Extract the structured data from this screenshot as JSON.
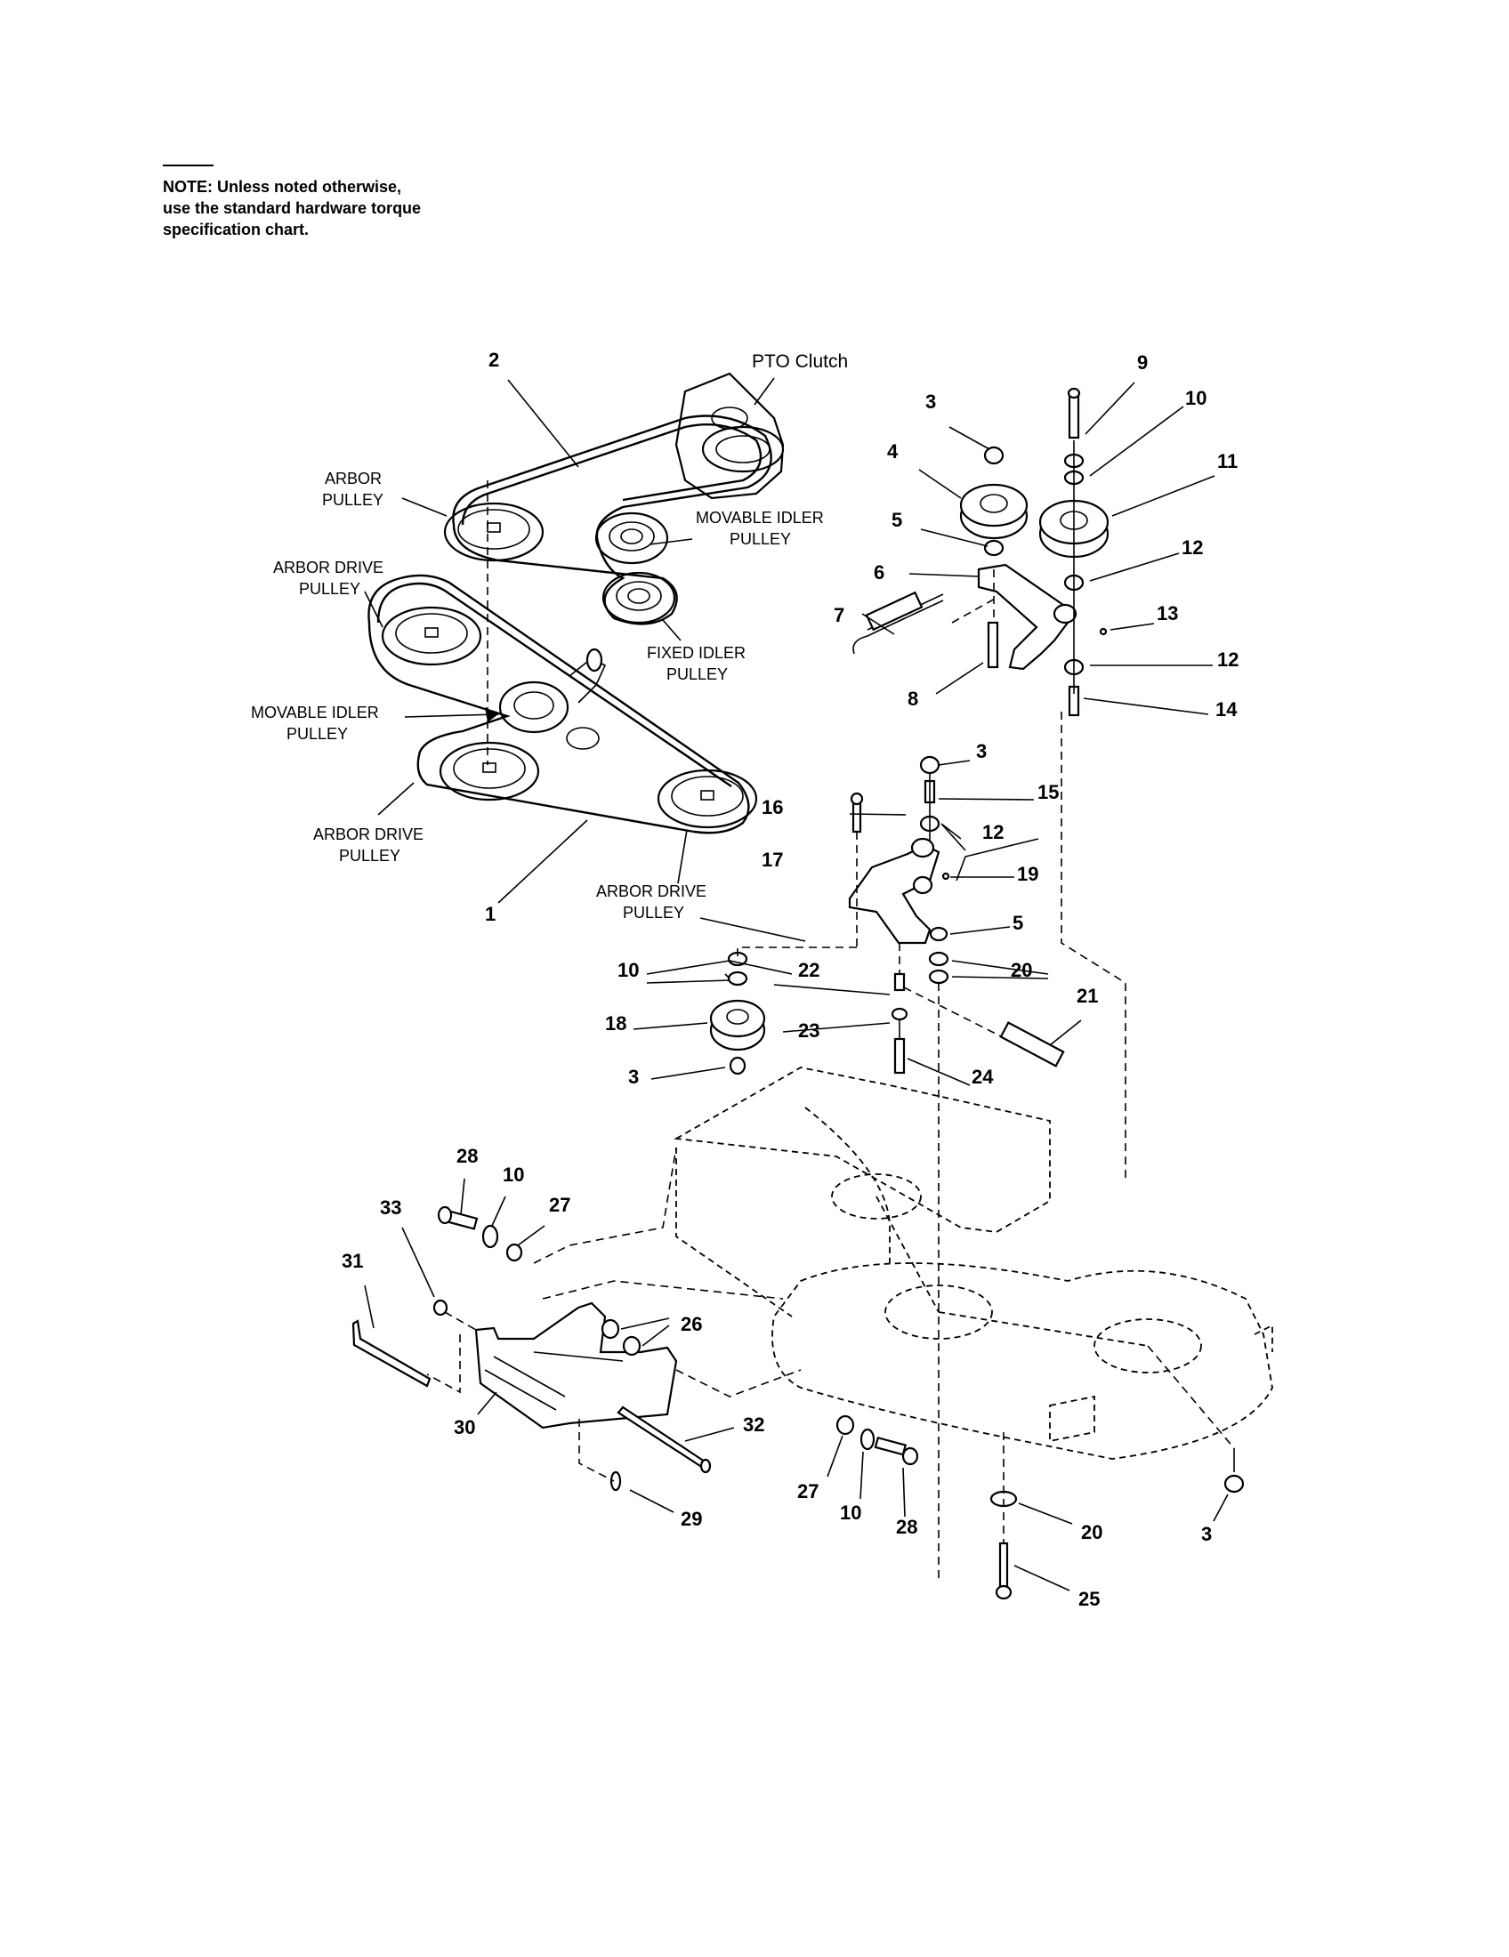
{
  "note": {
    "lines": [
      "NOTE: Unless noted otherwise,",
      "use the standard hardware torque",
      "specification chart."
    ]
  },
  "labels": {
    "pto_clutch": "PTO Clutch",
    "arbor_pulley": [
      "ARBOR",
      "PULLEY"
    ],
    "movable_idler_upper": [
      "MOVABLE IDLER",
      "PULLEY"
    ],
    "fixed_idler": [
      "FIXED IDLER",
      "PULLEY"
    ],
    "arbor_drive_upper": [
      "ARBOR DRIVE",
      "PULLEY"
    ],
    "movable_idler_lower": [
      "MOVABLE IDLER",
      "PULLEY"
    ],
    "arbor_drive_left": [
      "ARBOR DRIVE",
      "PULLEY"
    ],
    "arbor_drive_right": [
      "ARBOR DRIVE",
      "PULLEY"
    ]
  },
  "callouts": [
    {
      "id": "c2",
      "text": "2"
    },
    {
      "id": "c1",
      "text": "1"
    },
    {
      "id": "c3a",
      "text": "3"
    },
    {
      "id": "c4",
      "text": "4"
    },
    {
      "id": "c5a",
      "text": "5"
    },
    {
      "id": "c6",
      "text": "6"
    },
    {
      "id": "c7",
      "text": "7"
    },
    {
      "id": "c8",
      "text": "8"
    },
    {
      "id": "c9",
      "text": "9"
    },
    {
      "id": "c10a",
      "text": "10"
    },
    {
      "id": "c11",
      "text": "11"
    },
    {
      "id": "c12a",
      "text": "12"
    },
    {
      "id": "c13",
      "text": "13"
    },
    {
      "id": "c12b",
      "text": "12"
    },
    {
      "id": "c14",
      "text": "14"
    },
    {
      "id": "c3b",
      "text": "3"
    },
    {
      "id": "c15",
      "text": "15"
    },
    {
      "id": "c16",
      "text": "16"
    },
    {
      "id": "c12c",
      "text": "12"
    },
    {
      "id": "c17",
      "text": "17"
    },
    {
      "id": "c19",
      "text": "19"
    },
    {
      "id": "c5b",
      "text": "5"
    },
    {
      "id": "c10b",
      "text": "10"
    },
    {
      "id": "c22",
      "text": "22"
    },
    {
      "id": "c20a",
      "text": "20"
    },
    {
      "id": "c21",
      "text": "21"
    },
    {
      "id": "c18",
      "text": "18"
    },
    {
      "id": "c23",
      "text": "23"
    },
    {
      "id": "c3c",
      "text": "3"
    },
    {
      "id": "c24",
      "text": "24"
    },
    {
      "id": "c28a",
      "text": "28"
    },
    {
      "id": "c10c",
      "text": "10"
    },
    {
      "id": "c33",
      "text": "33"
    },
    {
      "id": "c27a",
      "text": "27"
    },
    {
      "id": "c31",
      "text": "31"
    },
    {
      "id": "c26",
      "text": "26"
    },
    {
      "id": "c30",
      "text": "30"
    },
    {
      "id": "c32",
      "text": "32"
    },
    {
      "id": "c29",
      "text": "29"
    },
    {
      "id": "c27b",
      "text": "27"
    },
    {
      "id": "c10d",
      "text": "10"
    },
    {
      "id": "c28b",
      "text": "28"
    },
    {
      "id": "c20b",
      "text": "20"
    },
    {
      "id": "c3d",
      "text": "3"
    },
    {
      "id": "c25",
      "text": "25"
    }
  ]
}
